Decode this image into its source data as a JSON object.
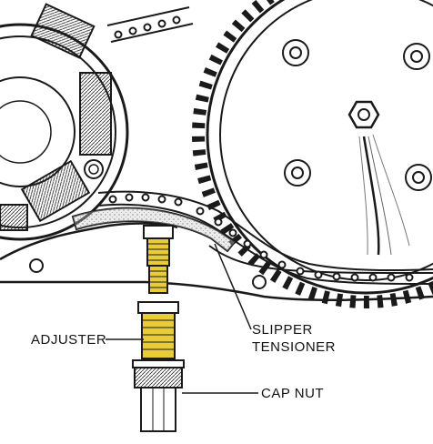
{
  "labels": {
    "adjuster": "ADJUSTER",
    "slipper_line1": "SLIPPER",
    "slipper_line2": "TENSIONER",
    "cap_nut": "CAP NUT"
  },
  "colors": {
    "ink": "#1a1a1a",
    "highlight": "#e8cc3a",
    "slipper_fill": "#c9c9c9",
    "background": "#ffffff"
  }
}
